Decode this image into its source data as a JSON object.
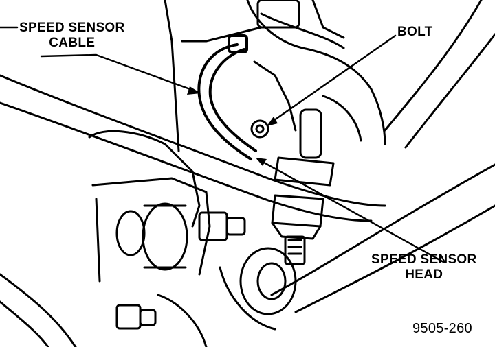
{
  "labels": {
    "speed_sensor_cable": [
      "SPEED SENSOR",
      "CABLE"
    ],
    "bolt": "BOLT",
    "speed_sensor_head": [
      "SPEED SENSOR",
      "HEAD"
    ],
    "figure_id": "9505-260"
  },
  "colors": {
    "ink": "#000000",
    "paper": "#ffffff"
  }
}
